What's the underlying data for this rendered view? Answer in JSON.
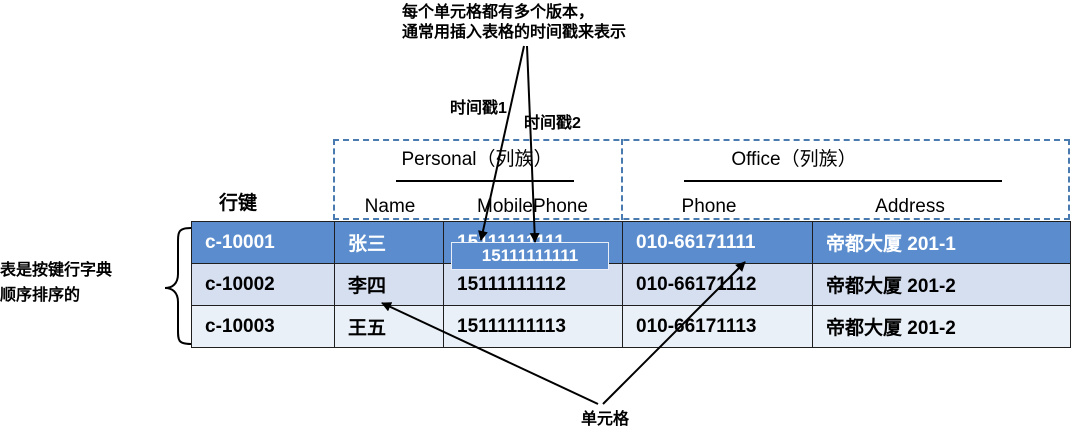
{
  "annotations": {
    "version_note_line1": "每个单元格都有多个版本，",
    "version_note_line2": "通常用插入表格的时间戳来表示",
    "timestamp1": "时间戳1",
    "timestamp2": "时间戳2",
    "row_key_label": "行键",
    "sorted_note_line1": "表是按键行字典",
    "sorted_note_line2": "顺序排序的",
    "cell_label": "单元格"
  },
  "column_families": [
    {
      "name": "Personal（列族）",
      "columns": [
        "Name",
        "MobilePhone"
      ]
    },
    {
      "name": "Office（列族）",
      "columns": [
        "Phone",
        "Address"
      ]
    }
  ],
  "rows": [
    {
      "key": "c-10001",
      "name": "张三",
      "mobile": "15111111111",
      "phone": "010-66171111",
      "address": "帝都大厦 201-1"
    },
    {
      "key": "c-10002",
      "name": "李四",
      "mobile": "15111111112",
      "phone": "010-66171112",
      "address": "帝都大厦 201-2"
    },
    {
      "key": "c-10003",
      "name": "王五",
      "mobile": "15111111113",
      "phone": "010-66171113",
      "address": "帝都大厦 201-2"
    }
  ],
  "stacked_version": "15111111111",
  "colors": {
    "highlight_row": "#5b8dce",
    "row_alt_1": "#d5dff0",
    "row_alt_2": "#eaf0f8",
    "dashed_border": "#4a7bb0"
  }
}
